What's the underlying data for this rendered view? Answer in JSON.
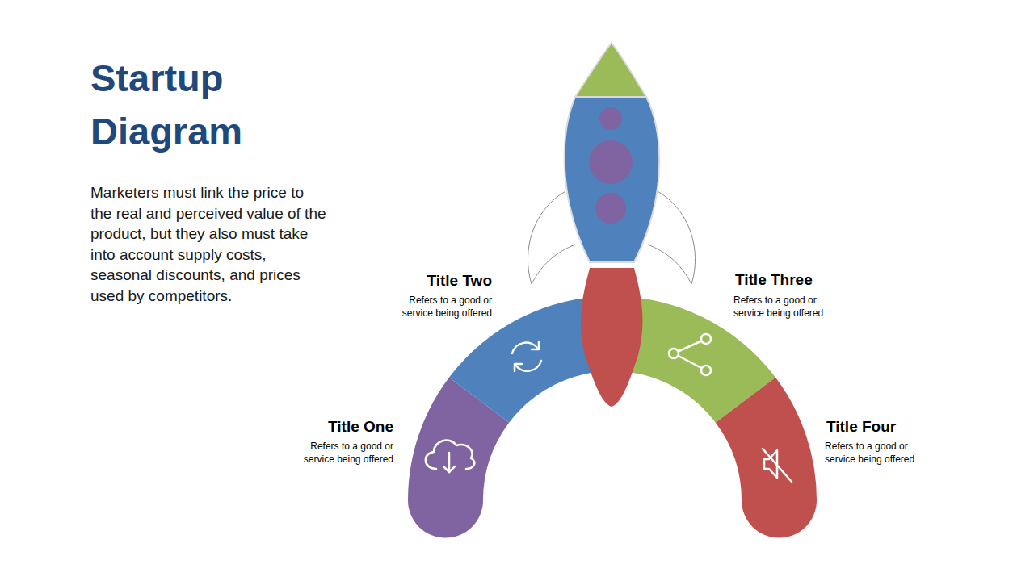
{
  "diagram": {
    "title": "Startup Diagram",
    "nodes": [
      {
        "text": [
          "Title One",
          "Refers to a good or service being offered"
        ]
      },
      {
        "text": [
          "Title Two",
          "Refers to a good or service being offered"
        ]
      },
      {
        "text": [
          "Title Three",
          "Refers to a good or service being offered"
        ]
      },
      {
        "text": [
          "Title Four",
          "Refers to a good or service being offered"
        ]
      }
    ],
    "labels": [
      "Marketers must link the price to the real and perceived value of the product, but they also must take into account supply costs, seasonal discounts, and prices used by competitors."
    ]
  }
}
